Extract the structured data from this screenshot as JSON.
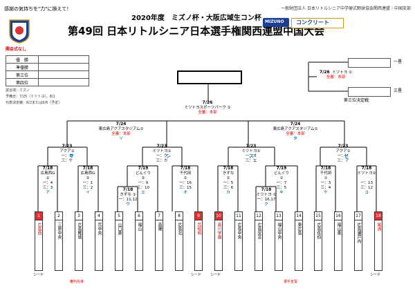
{
  "header": {
    "left": "感謝の気持ちを\"力\"に換えて！",
    "right": "一般財団法人 日本リトルシニア中学硬式野球協会関西連盟｜中国支部"
  },
  "title": {
    "line1": "2020年度　ミズノ杯・大阪広域生コン杯",
    "line2": "第49回 日本リトルシニア日本選手権関西連盟中国大会"
  },
  "sponsor": {
    "mizuno": "MIZUNO",
    "kon": "コンクリート"
  },
  "opening": "開会式なし",
  "results": {
    "rows": [
      {
        "k": "優　勝"
      },
      {
        "k": "準優勝"
      },
      {
        "k": "第三位"
      },
      {
        "k": "第四位"
      }
    ]
  },
  "notes": [
    "試合球：ミズノ",
    "予備日：7/25（ミツトヨ）、8/1",
    "代表決定戦：8/2または8/8（予定）"
  ],
  "right_side": {
    "first": "一塁",
    "third": "三塁",
    "third_place": "第三位決定戦",
    "final": {
      "date": "7/26",
      "venue": "ミツトヨ ①",
      "home": "全審：本部"
    }
  },
  "center": {
    "date": "7/26",
    "venue": "ミツトヨスポーツパーク ②",
    "home": "全審：本部"
  },
  "semis": [
    {
      "date": "7/24",
      "venue": "東広島アクアスタジアム②",
      "home": "全審：本部",
      "letter": "ソ"
    },
    {
      "date": "7/24",
      "venue": "東広島アクアスタジアム①",
      "home": "全審：本部",
      "letter": "タ"
    }
  ],
  "quarters": [
    {
      "date": "7/23",
      "venue": "アクア①",
      "ump": "一：コ",
      "ump2": "三：ケ",
      "letter": "サ"
    },
    {
      "date": "7/23",
      "venue": "ミツトヨ①",
      "ump": "一：ク",
      "ump2": "三：カ",
      "letter": "シ"
    },
    {
      "date": "7/23",
      "venue": "ミツトヨ②",
      "ump": "一：オ",
      "ump2": "三：エ",
      "letter": "ス"
    },
    {
      "date": "7/23",
      "venue": "アクア②",
      "ump": "一：イ",
      "ump2": "三：ア",
      "letter": "セ"
    }
  ],
  "r1": [
    {
      "date": "7/18",
      "venue": "広島西G",
      "no": "①",
      "ump": "一：4",
      "ump2": "三：3",
      "letter": "ア"
    },
    {
      "date": "7/18",
      "venue": "広島西G",
      "no": "②",
      "ump": "一：1",
      "ump2": "三：2",
      "letter": "イ"
    },
    {
      "date": "7/18",
      "venue": "きずな",
      "no": "①",
      "ump": "一：11,12",
      "ump2": "",
      "letter": "ウ"
    },
    {
      "date": "7/19",
      "venue": "どんぐり",
      "no": "②",
      "ump": "一：9",
      "ump2": "三：10",
      "letter": "エ"
    },
    {
      "date": "7/18",
      "venue": "千代田",
      "no": "②",
      "ump": "一：16",
      "ump2": "三：15",
      "letter": "オ"
    },
    {
      "date": "7/18",
      "venue": "きずな",
      "no": "②",
      "ump": "一：5",
      "ump2": "三：6",
      "letter": "カ"
    },
    {
      "date": "7/19",
      "venue": "どんぐり",
      "no": "①",
      "ump": "一：7",
      "ump2": "三：5",
      "letter": "キ"
    },
    {
      "date": "7/18",
      "venue": "ミツトヨ",
      "no": "①",
      "ump": "一：16,17",
      "ump2": "",
      "letter": "ク"
    },
    {
      "date": "7/18",
      "venue": "千代田",
      "no": "①",
      "ump": "一：3",
      "ump2": "三：4",
      "letter": "ケ"
    },
    {
      "date": "7/18",
      "venue": "ミツトヨ②",
      "no": "",
      "ump": "一：13",
      "ump2": "三：12",
      "letter": "コ"
    }
  ],
  "teams": [
    {
      "n": "1",
      "name": "広島西",
      "red": true
    },
    {
      "n": "2",
      "name": "三原中央",
      "red": false
    },
    {
      "n": "3",
      "name": "広島鯉城",
      "red": false
    },
    {
      "n": "4",
      "name": "呉中央",
      "red": false
    },
    {
      "n": "5",
      "name": "山口東",
      "red": false
    },
    {
      "n": "6",
      "name": "福山",
      "red": false
    },
    {
      "n": "7",
      "name": "高陽",
      "red": false
    },
    {
      "n": "8",
      "name": "広島北",
      "red": false
    },
    {
      "n": "9",
      "name": "呉昭和",
      "red": true
    },
    {
      "n": "10",
      "name": "高川学園",
      "red": true
    },
    {
      "n": "11",
      "name": "広島中央",
      "red": false
    },
    {
      "n": "12",
      "name": "広島安芸",
      "red": false
    },
    {
      "n": "13",
      "name": "福山中央",
      "red": false
    },
    {
      "n": "14",
      "name": "東広島",
      "red": false
    },
    {
      "n": "15",
      "name": "広島佐伯",
      "red": false
    },
    {
      "n": "16",
      "name": "福山東",
      "red": false
    },
    {
      "n": "17",
      "name": "広島瀬戸内",
      "red": false
    },
    {
      "n": "18",
      "name": "尾道",
      "red": true
    }
  ],
  "seeds": {
    "seed": "シード",
    "left_red": "審判先導",
    "right_red": "選手宣誓"
  },
  "colors": {
    "red": "#e03030",
    "line": "#000000"
  }
}
